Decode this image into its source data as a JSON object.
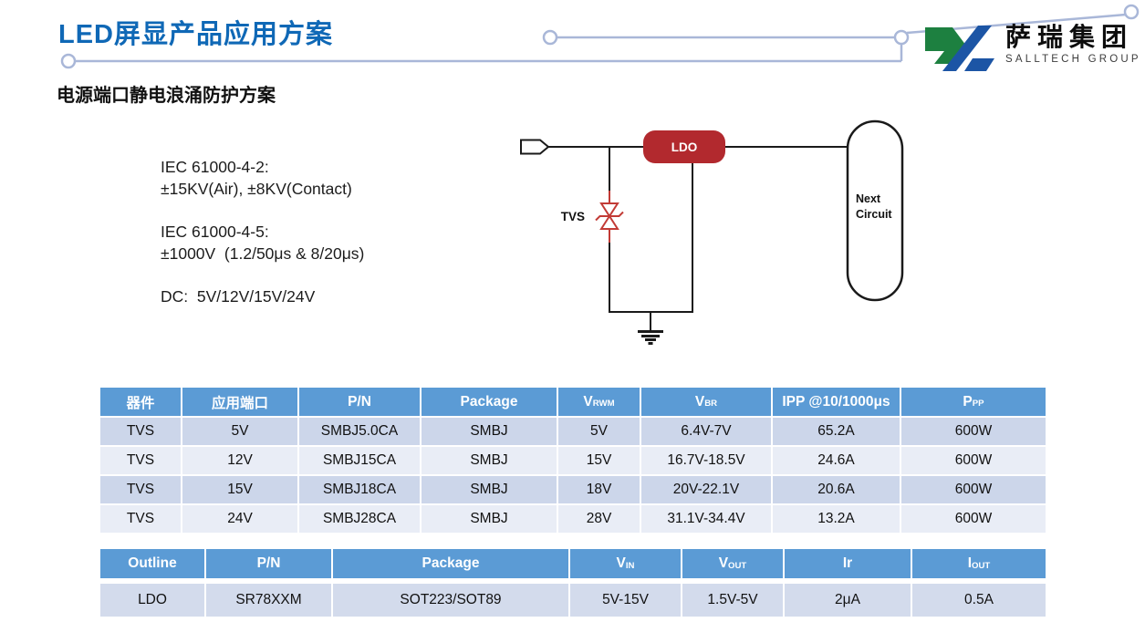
{
  "page": {
    "title": "LED屏显产品应用方案",
    "subtitle": "电源端口静电浪涌防护方案"
  },
  "logo": {
    "name_cn": "萨瑞集团",
    "name_en": "SALLTECH GROUP"
  },
  "specs": {
    "lines": [
      "IEC 61000-4-2:",
      "±15KV(Air), ±8KV(Contact)",
      "IEC 61000-4-5:",
      "±1000V  (1.2/50μs & 8/20μs)",
      "DC:  5V/12V/15V/24V"
    ]
  },
  "diagram": {
    "tvs_label": "TVS",
    "ldo_label": "LDO",
    "next_circuit_line1": "Next",
    "next_circuit_line2": "Circuit"
  },
  "colors": {
    "accent_blue": "#0f68b6",
    "table_header_blue": "#5b9bd5",
    "row_dark": "#ccd6ea",
    "row_light": "#e9edf6",
    "ldo_box_red": "#b2292e",
    "tvs_symbol_red": "#c23b36",
    "decoration_line": "#a9b7d8",
    "logo_green": "#1d8040",
    "logo_blue": "#1c55a5"
  },
  "tvs_table": {
    "headers": [
      {
        "main": "器件",
        "sub": ""
      },
      {
        "main": "应用端口",
        "sub": ""
      },
      {
        "main": "P/N",
        "sub": ""
      },
      {
        "main": "Package",
        "sub": ""
      },
      {
        "main": "V",
        "sub": "RWM"
      },
      {
        "main": "V",
        "sub": "BR"
      },
      {
        "main": "IPP @10/1000μs",
        "sub": ""
      },
      {
        "main": "P",
        "sub": "PP"
      }
    ],
    "rows": [
      [
        "TVS",
        "5V",
        "SMBJ5.0CA",
        "SMBJ",
        "5V",
        "6.4V-7V",
        "65.2A",
        "600W"
      ],
      [
        "TVS",
        "12V",
        "SMBJ15CA",
        "SMBJ",
        "15V",
        "16.7V-18.5V",
        "24.6A",
        "600W"
      ],
      [
        "TVS",
        "15V",
        "SMBJ18CA",
        "SMBJ",
        "18V",
        "20V-22.1V",
        "20.6A",
        "600W"
      ],
      [
        "TVS",
        "24V",
        "SMBJ28CA",
        "SMBJ",
        "28V",
        "31.1V-34.4V",
        "13.2A",
        "600W"
      ]
    ]
  },
  "ldo_table": {
    "headers": [
      {
        "main": "Outline",
        "sub": ""
      },
      {
        "main": "P/N",
        "sub": ""
      },
      {
        "main": "Package",
        "sub": ""
      },
      {
        "main": "V",
        "sub": "IN"
      },
      {
        "main": "V",
        "sub": "OUT"
      },
      {
        "main": "Ir",
        "sub": ""
      },
      {
        "main": "I",
        "sub": "OUT"
      }
    ],
    "rows": [
      [
        "LDO",
        "SR78XXM",
        "SOT223/SOT89",
        "5V-15V",
        "1.5V-5V",
        "2μA",
        "0.5A"
      ]
    ]
  }
}
